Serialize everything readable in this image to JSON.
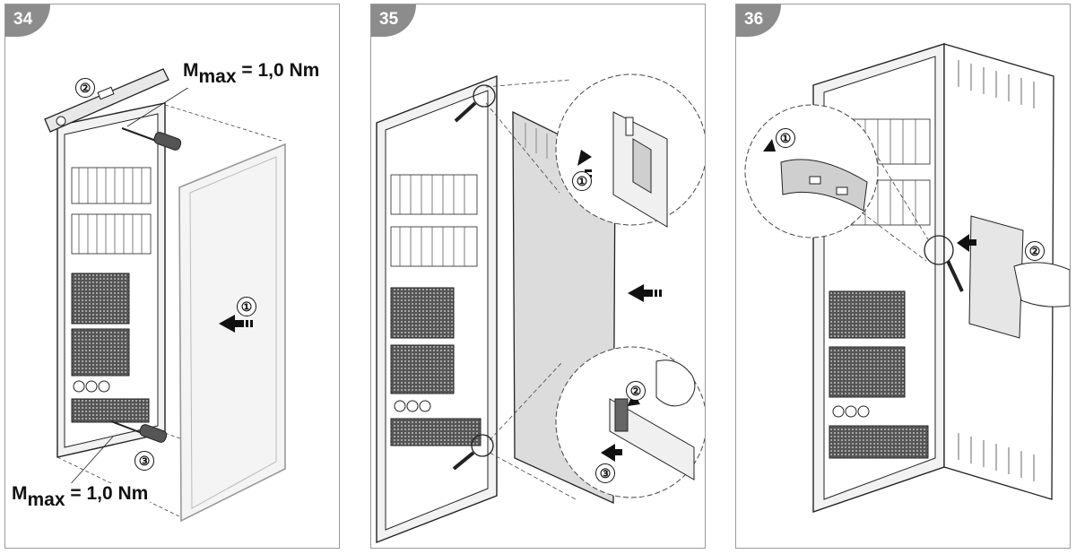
{
  "panels": [
    {
      "step": "34",
      "torque_label_top": {
        "main": "M",
        "sub": "max",
        "rest": " = 1,0 Nm"
      },
      "torque_label_bottom": {
        "main": "M",
        "sub": "max",
        "rest": " = 1,0 Nm"
      },
      "callouts": [
        "①",
        "②",
        "③"
      ]
    },
    {
      "step": "35",
      "callouts": [
        "①",
        "②",
        "③"
      ]
    },
    {
      "step": "36",
      "callouts": [
        "①",
        "②"
      ]
    }
  ],
  "colors": {
    "badge": "#8c8c8c",
    "line": "#222222",
    "panel_border": "#9a9a9a",
    "shade": "#d9d9d9"
  }
}
